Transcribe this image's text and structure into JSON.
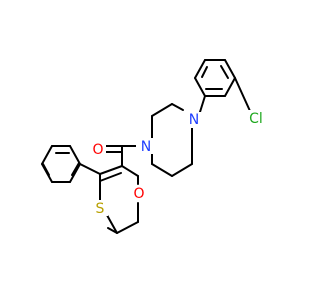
{
  "molecule": {
    "bond_color": "#000000",
    "background": "#ffffff",
    "atom_labels": [
      {
        "id": "o-carbonyl",
        "text": "O",
        "color": "#ff0000"
      },
      {
        "id": "o-ring",
        "text": "O",
        "color": "#ff0000"
      },
      {
        "id": "s-ring",
        "text": "S",
        "color": "#b8a000"
      },
      {
        "id": "n-amide",
        "text": "N",
        "color": "#1f3fff"
      },
      {
        "id": "n-aryl",
        "text": "N",
        "color": "#1f3fff"
      },
      {
        "id": "cl",
        "text": "Cl",
        "color": "#1fa81f"
      }
    ]
  }
}
